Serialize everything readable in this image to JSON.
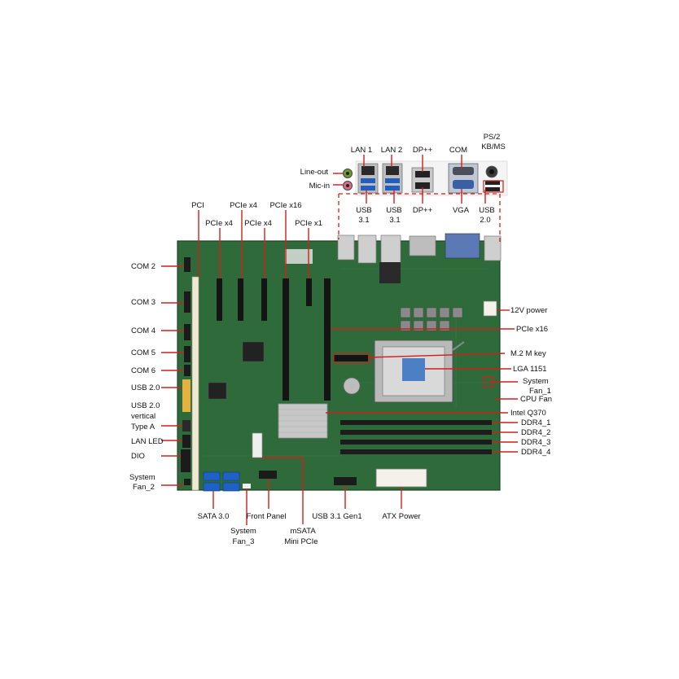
{
  "colors": {
    "pcb": "#2f6b3a",
    "pcb_dark": "#234f2b",
    "slot": "#141414",
    "pci_slot": "#efe8d2",
    "dimm": "#1c1c1c",
    "leader": "#d0201c",
    "socket": "#b9b9b9",
    "heatsink": "#c7c7c7",
    "sata": "#1e62c8",
    "port_metal": "#c9c9c9",
    "usb_blue": "#1f5fc2",
    "vga_blue": "#3b5fa5"
  },
  "io_top": {
    "lan1": "LAN 1",
    "lan2": "LAN 2",
    "dp_top": "DP++",
    "com": "COM",
    "ps2_line1": "PS/2",
    "ps2_line2": "KB/MS",
    "line_out": "Line-out",
    "mic_in": "Mic-in",
    "usb31a_line1": "USB",
    "usb31a_line2": "3.1",
    "usb31b_line1": "USB",
    "usb31b_line2": "3.1",
    "dp_bottom": "DP++",
    "vga": "VGA",
    "usb20_line1": "USB",
    "usb20_line2": "2.0"
  },
  "slots_top": {
    "pci": "PCI",
    "pcie_x4_a": "PCIe x4",
    "pcie_x4_b": "PCIe x4",
    "pcie_x4_c": "PCIe x4",
    "pcie_x16": "PCIe x16",
    "pcie_x1": "PCIe x1"
  },
  "left_labels": {
    "com2": "COM 2",
    "com3": "COM 3",
    "com4": "COM 4",
    "com5": "COM 5",
    "com6": "COM 6",
    "usb20": "USB 2.0",
    "usb20v_line1": "USB 2.0",
    "usb20v_line2": "vertical",
    "usb20v_line3": "Type A",
    "lan_led": "LAN LED",
    "dio": "DIO",
    "sysfan2_line1": "System",
    "sysfan2_line2": "Fan_2"
  },
  "right_labels": {
    "power12v": "12V power",
    "pcie_x16": "PCIe x16",
    "m2": "M.2 M key",
    "lga": "LGA 1151",
    "sysfan1_line1": "System",
    "sysfan1_line2": "Fan_1",
    "cpu_fan": "CPU Fan",
    "q370": "Intel Q370",
    "ddr1": "DDR4_1",
    "ddr2": "DDR4_2",
    "ddr3": "DDR4_3",
    "ddr4": "DDR4_4"
  },
  "bottom_labels": {
    "sata": "SATA 3.0",
    "sysfan3_line1": "System",
    "sysfan3_line2": "Fan_3",
    "front_panel": "Front Panel",
    "msata_line1": "mSATA",
    "msata_line2": "Mini PCIe",
    "usb31gen1": "USB 3.1 Gen1",
    "atx": "ATX Power"
  }
}
